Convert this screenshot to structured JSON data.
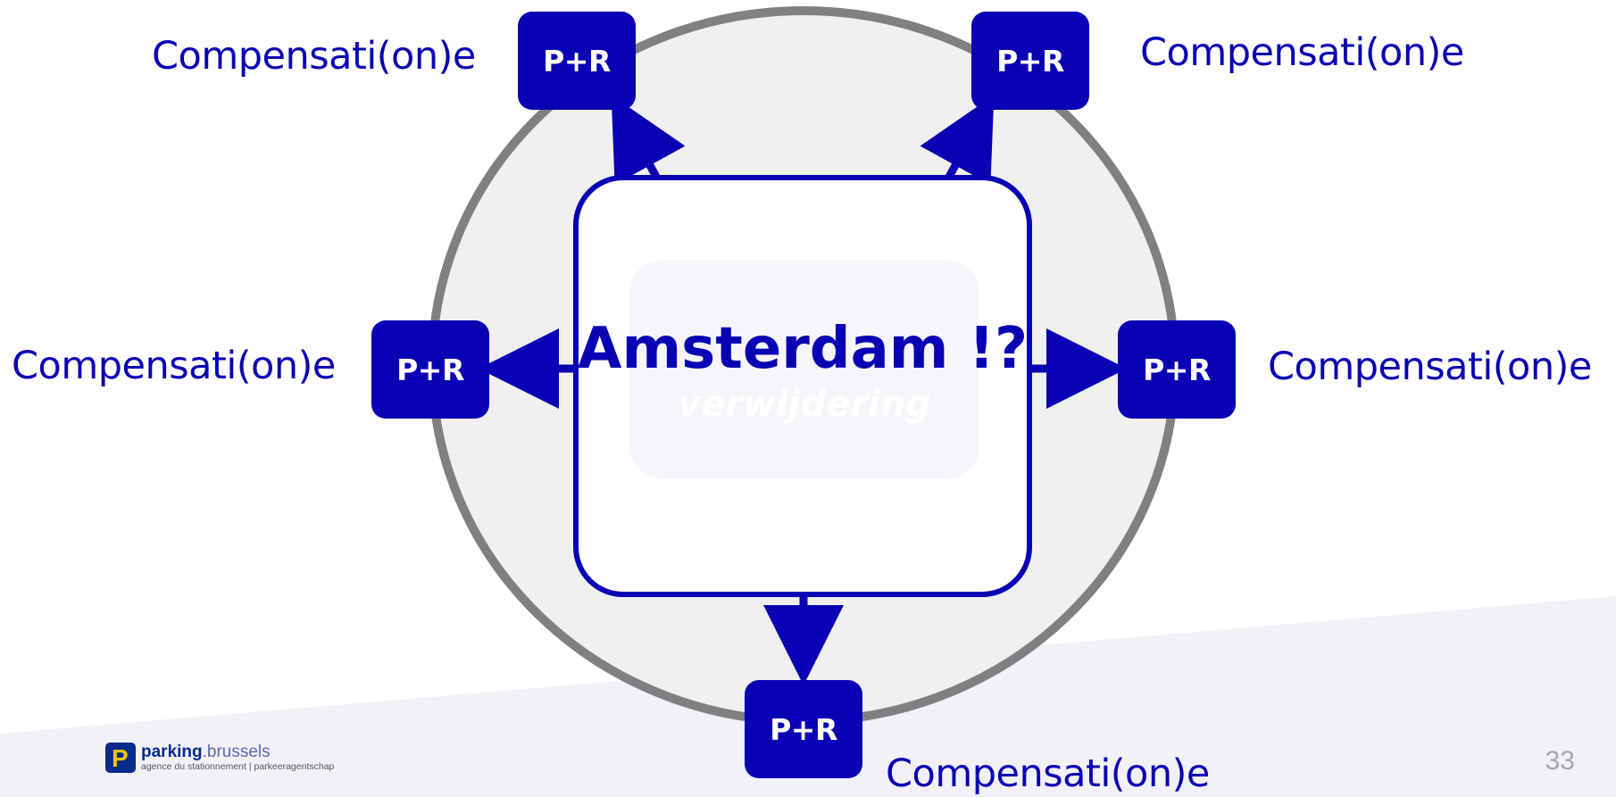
{
  "diagram": {
    "center_title": "Amsterdam !?",
    "ghost_text": "verwijdering",
    "nodes": [
      {
        "id": "top-left",
        "box_label": "P+R",
        "label": "Compensati(on)e"
      },
      {
        "id": "top-right",
        "box_label": "P+R",
        "label": "Compensati(on)e"
      },
      {
        "id": "left",
        "box_label": "P+R",
        "label": "Compensati(on)e"
      },
      {
        "id": "right",
        "box_label": "P+R",
        "label": "Compensati(on)e"
      },
      {
        "id": "bottom",
        "box_label": "P+R",
        "label": "Compensati(on)e"
      }
    ]
  },
  "footer": {
    "logo_mark": "P",
    "logo_name_bold": "parking",
    "logo_name_light": ".brussels",
    "logo_subtitle": "agence du stationnement | parkeeragentschap",
    "page_number": "33"
  },
  "colors": {
    "accent": "#0a00b4",
    "ring": "#808080",
    "ring_fill": "#f0f0f0",
    "page_number": "#a6a6a6"
  }
}
